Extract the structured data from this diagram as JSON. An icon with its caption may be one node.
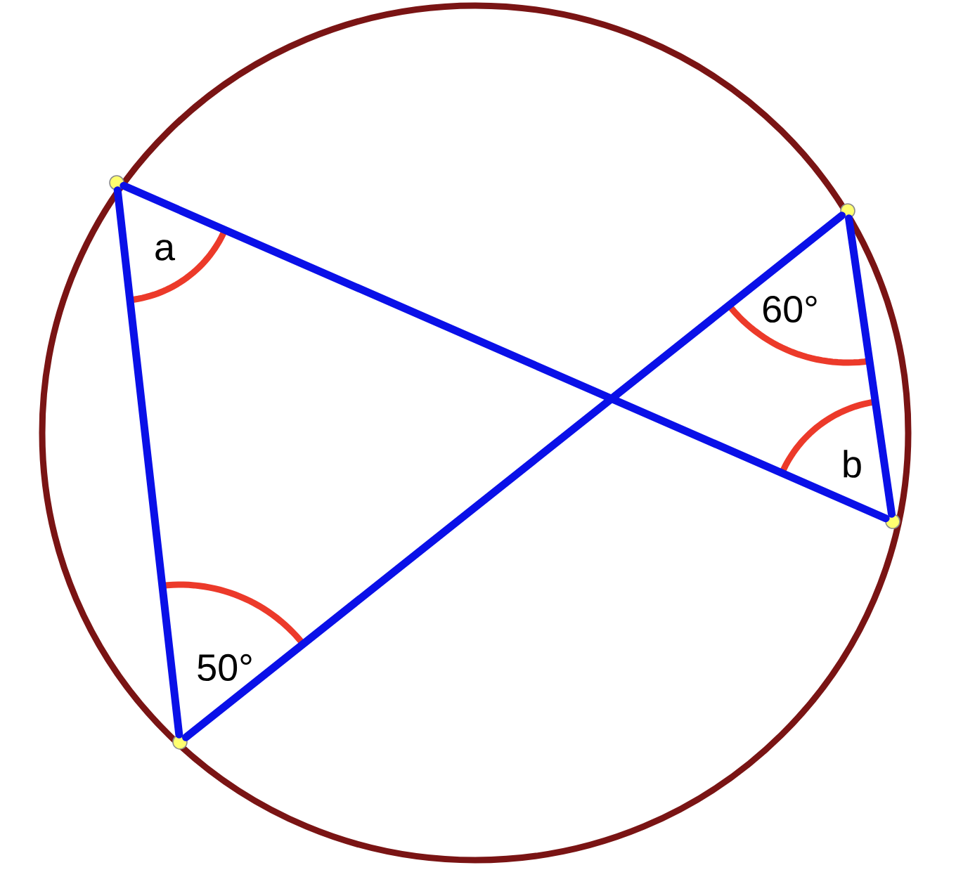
{
  "diagram": {
    "nodes": [
      {
        "text": [],
        "shape": "circle"
      },
      {
        "text": [],
        "shape": "circle"
      },
      {
        "text": [],
        "shape": "circle"
      },
      {
        "text": [],
        "shape": "circle"
      }
    ],
    "edges": [
      {
        "from": 0,
        "to": 3,
        "arrow": "none"
      },
      {
        "from": 0,
        "to": 1,
        "arrow": "none"
      },
      {
        "from": 1,
        "to": 2,
        "arrow": "none"
      },
      {
        "from": 2,
        "to": 3,
        "arrow": "none"
      }
    ],
    "labels": [
      "a",
      "60°",
      "b",
      "50°"
    ]
  }
}
